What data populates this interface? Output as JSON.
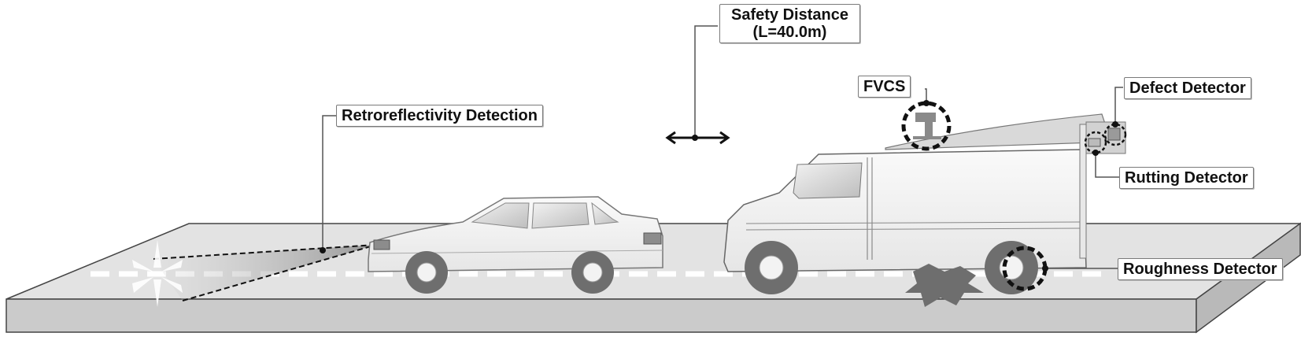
{
  "diagram": {
    "title": "Road pavement survey vehicle with sensors",
    "labels": {
      "safety_distance_line1": "Safety Distance",
      "safety_distance_line2": "(L=40.0m)",
      "retroreflectivity": "Retroreflectivity Detection",
      "fvcs": "FVCS",
      "defect_detector": "Defect Detector",
      "rutting_detector": "Rutting Detector",
      "roughness_detector": "Roughness Detector"
    },
    "colors": {
      "road_top": "#e2e2e2",
      "road_side": "#c9c9c9",
      "lane_mark": "#ffffff",
      "outline": "#333333",
      "vehicle_body": "#f3f3f3",
      "tire": "#6e6e6e",
      "beam": "#8a8a8a",
      "callout_ring": "#111111"
    }
  }
}
